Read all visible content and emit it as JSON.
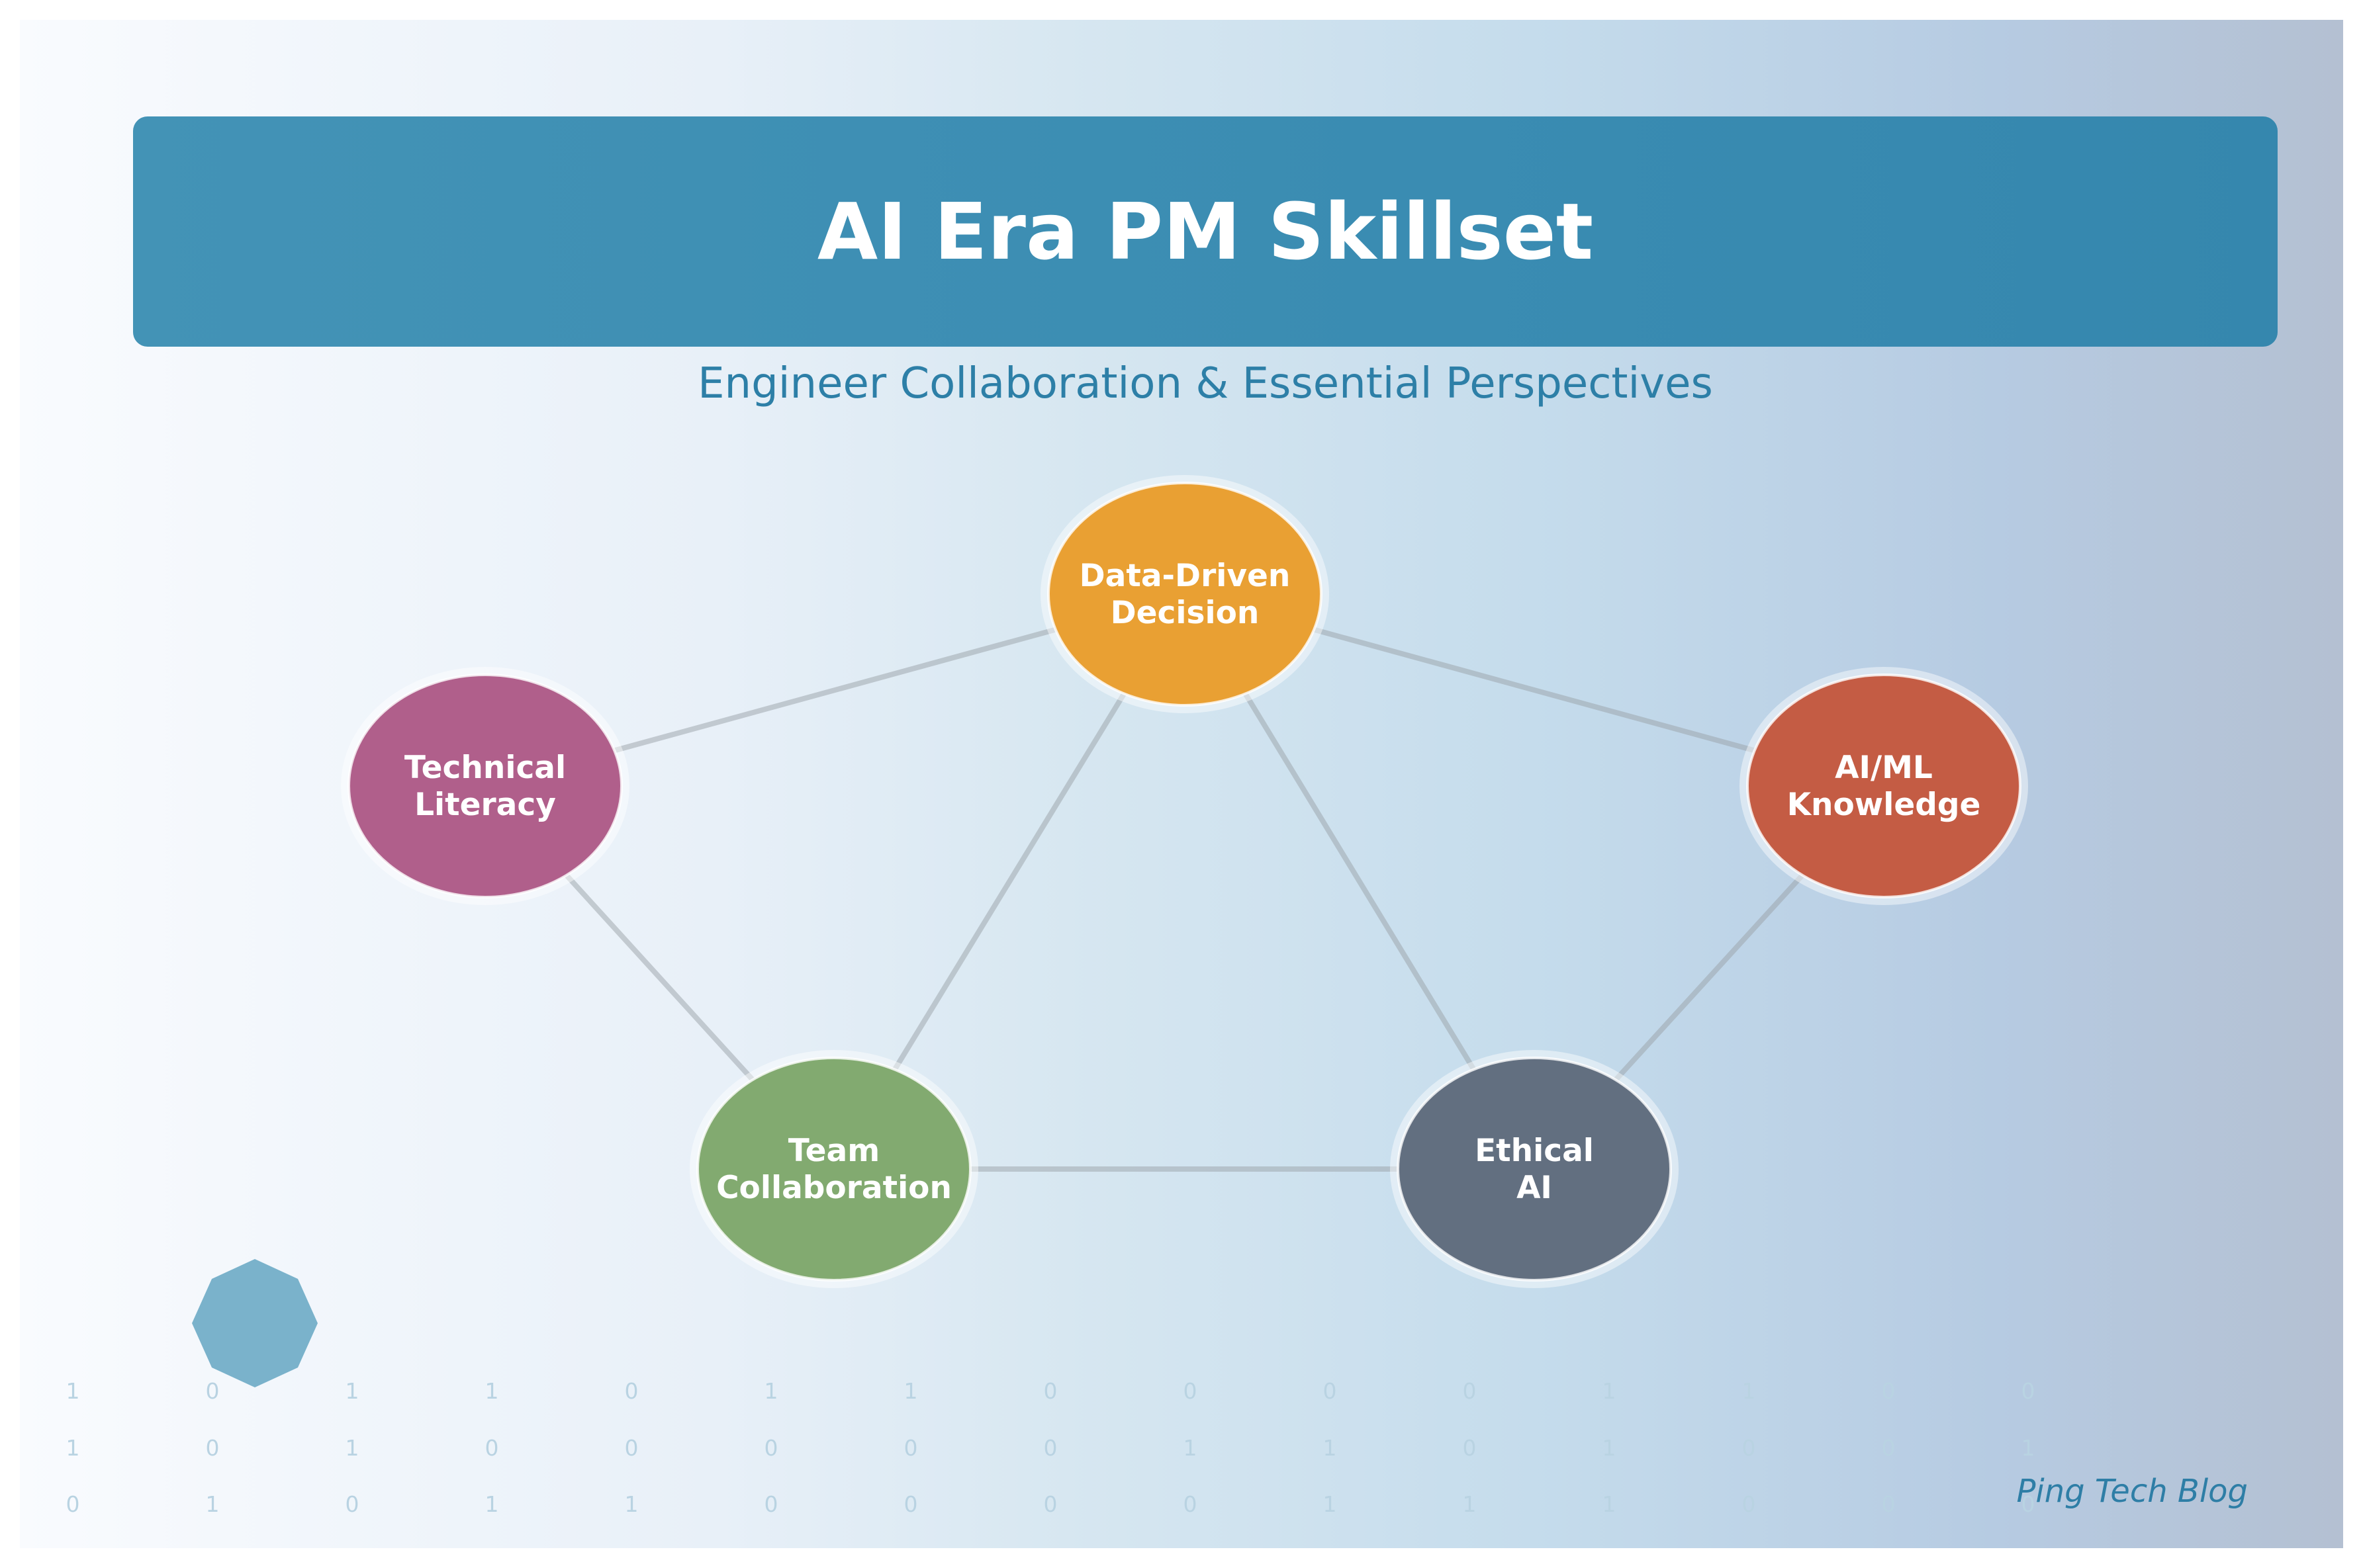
{
  "header": {
    "title": "AI Era PM Skillset",
    "subtitle": "Engineer Collaboration & Essential Perspectives"
  },
  "nodes": [
    {
      "id": "data-driven",
      "lines": [
        "Data-Driven",
        "Decision"
      ],
      "color": "#e9a033"
    },
    {
      "id": "technical-literacy",
      "lines": [
        "Technical",
        "Literacy"
      ],
      "color": "#b05f8b"
    },
    {
      "id": "aiml-knowledge",
      "lines": [
        "AI/ML",
        "Knowledge"
      ],
      "color": "#c45c44"
    },
    {
      "id": "team-collaboration",
      "lines": [
        "Team",
        "Collaboration"
      ],
      "color": "#82aa70"
    },
    {
      "id": "ethical-ai",
      "lines": [
        "Ethical",
        "AI"
      ],
      "color": "#626f80"
    }
  ],
  "connections": [
    [
      "data-driven",
      "technical-literacy"
    ],
    [
      "data-driven",
      "aiml-knowledge"
    ],
    [
      "data-driven",
      "team-collaboration"
    ],
    [
      "data-driven",
      "ethical-ai"
    ],
    [
      "technical-literacy",
      "team-collaboration"
    ],
    [
      "aiml-knowledge",
      "ethical-ai"
    ],
    [
      "team-collaboration",
      "ethical-ai"
    ]
  ],
  "decoration": {
    "binary_rows": [
      [
        "1",
        "0",
        "1",
        "1",
        "0",
        "1",
        "1",
        "0",
        "0",
        "0",
        "0",
        "1",
        "1",
        "0",
        "0"
      ],
      [
        "1",
        "0",
        "1",
        "0",
        "0",
        "0",
        "0",
        "0",
        "1",
        "1",
        "0",
        "1",
        "0",
        "0",
        "1"
      ],
      [
        "0",
        "1",
        "0",
        "1",
        "1",
        "0",
        "0",
        "0",
        "0",
        "1",
        "1",
        "1",
        "0",
        "0",
        "0"
      ]
    ],
    "octagon_color": "#7ab2cb"
  },
  "footer": {
    "brand": "Ping Tech Blog"
  }
}
